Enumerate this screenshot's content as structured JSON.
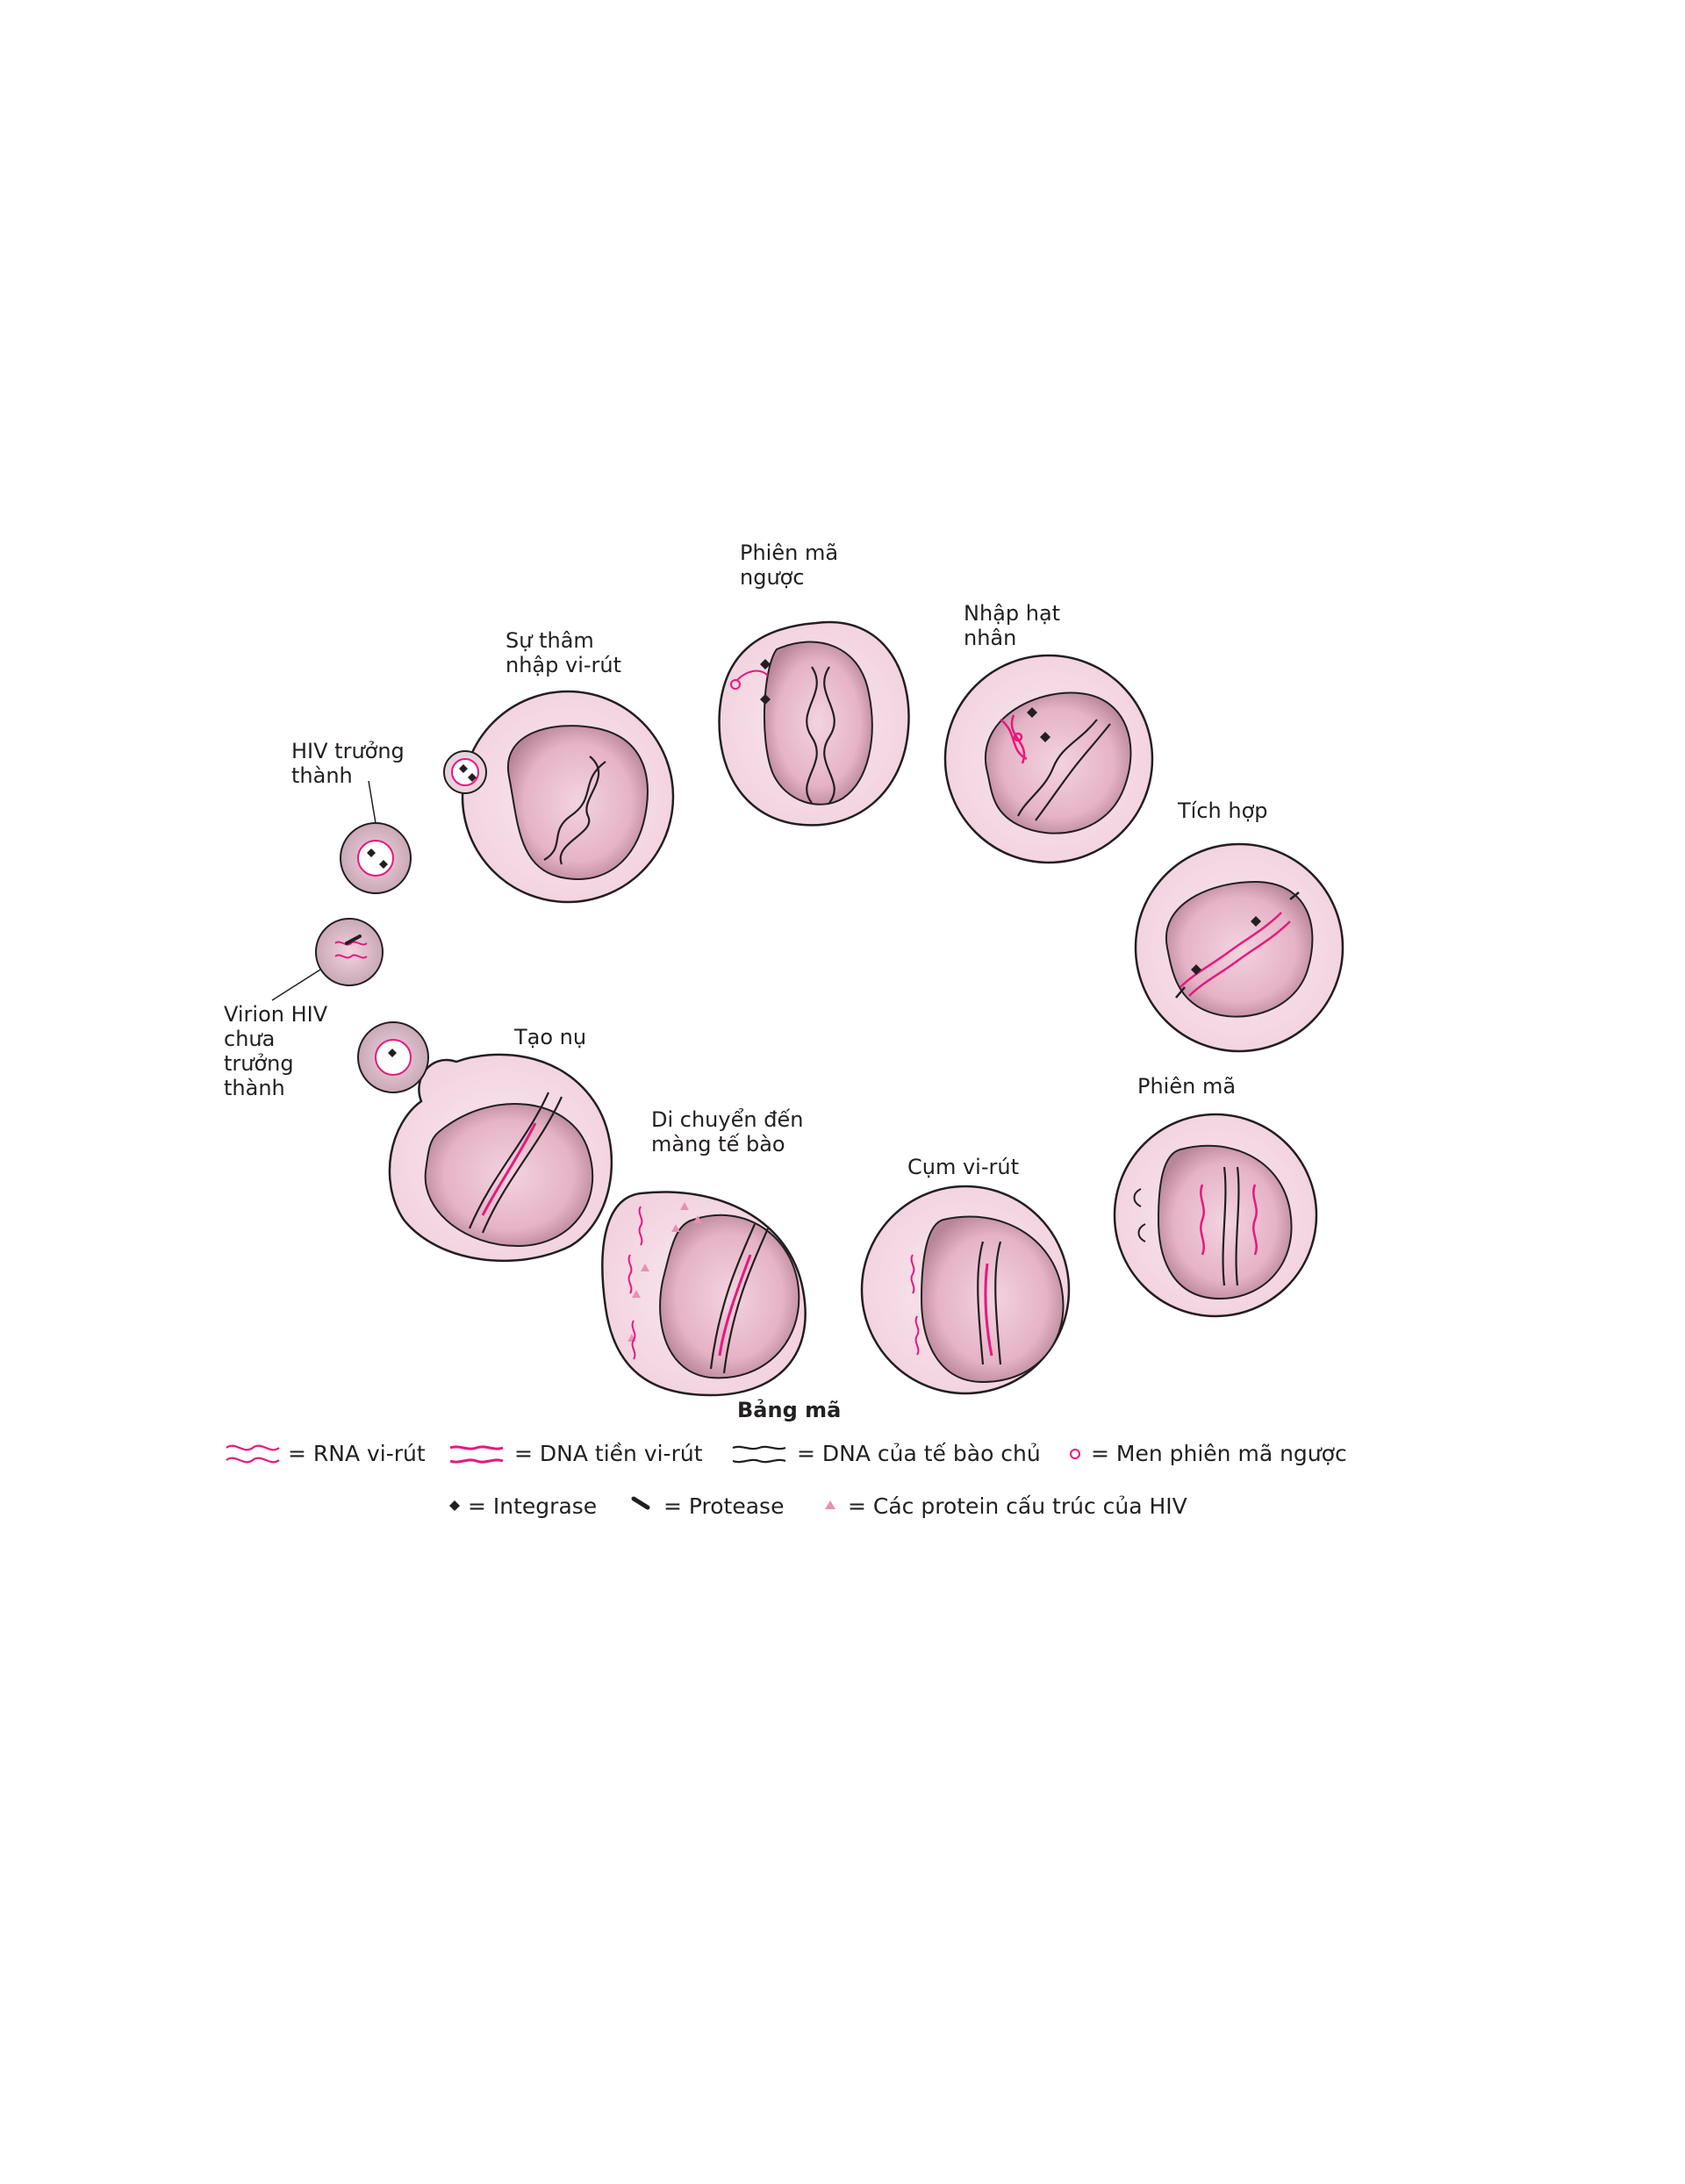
{
  "labels": {
    "mature_hiv": [
      "HIV trưởng",
      "thành"
    ],
    "entry": [
      "Sự thâm",
      "nhập vi-rút"
    ],
    "reverse_transcription": [
      "Phiên mã",
      "ngược"
    ],
    "nuclear_import": [
      "Nhập hạt",
      "nhân"
    ],
    "integration": "Tích hợp",
    "transcription": "Phiên mã",
    "assembly": "Cụm vi-rút",
    "transport": [
      "Di chuyển đến",
      "màng tế bào"
    ],
    "budding": "Tạo nụ",
    "immature_virion": [
      "Virion HIV",
      "chưa",
      "trưởng",
      "thành"
    ]
  },
  "legend": {
    "title": "Bảng mã",
    "items": [
      {
        "icon": "rna-wave-icon",
        "text": "= RNA vi-rút"
      },
      {
        "icon": "proviral-dna-icon",
        "text": "= DNA tiền vi-rút"
      },
      {
        "icon": "host-dna-icon",
        "text": "= DNA của tế bào chủ"
      },
      {
        "icon": "reverse-transcriptase-icon",
        "text": "= Men phiên mã ngược"
      },
      {
        "icon": "integrase-icon",
        "text": "= Integrase"
      },
      {
        "icon": "protease-icon",
        "text": "= Protease"
      },
      {
        "icon": "structural-protein-icon",
        "text": "= Các protein cấu trúc của HIV"
      }
    ]
  },
  "colors": {
    "cell_fill": "#f7dfe9",
    "nucleus_fill": "#ecc4d4",
    "membrane": "#231f20",
    "viral_magenta": "#e6197d",
    "protein_pink": "#e890b4"
  }
}
